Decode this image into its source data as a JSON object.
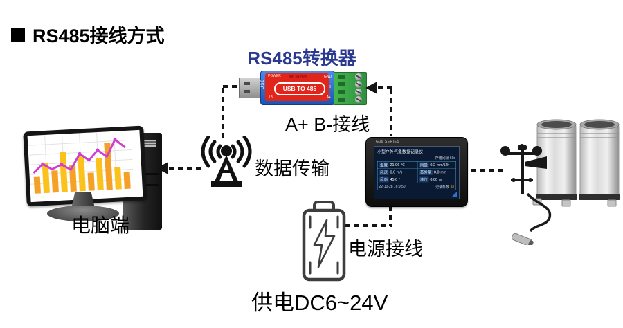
{
  "page": {
    "title": "RS485接线方式"
  },
  "converter": {
    "label": "RS485转换器",
    "model": "HD6205",
    "usb_text": "USB TO 485",
    "power_led": "POWER",
    "tx_led": "TX",
    "usb_side": "USB",
    "pin_labels": [
      "GND",
      "B",
      "A+"
    ]
  },
  "connections": {
    "ab_label": "A+ B-接线",
    "data_label": "数据传输",
    "power_label": "电源接线",
    "supply_label": "供电DC6~24V"
  },
  "computer": {
    "label": "电脑端"
  },
  "display": {
    "series": "G06 SERIES",
    "title": "小型户外气象数据记录仪",
    "interval": "存储间隔 60s",
    "rows": [
      {
        "l_name": "温度",
        "l_value": "21.96",
        "l_unit": "℃",
        "r_name": "雨量",
        "r_value": "0.2",
        "r_unit": "mm/12h"
      },
      {
        "l_name": "风速",
        "l_value": "0.0",
        "l_unit": "m/s",
        "r_name": "蒸发量",
        "r_value": "0.0",
        "r_unit": "mm"
      },
      {
        "l_name": "风向",
        "l_value": "45.0",
        "l_unit": "°",
        "r_name": "液位",
        "r_value": "0.00",
        "r_unit": "m"
      }
    ],
    "footer_time": "22-10-28 16:9:50",
    "footer_records": "记录条数",
    "footer_count": "41"
  },
  "colors": {
    "accent_blue": "#2b3990",
    "converter_blue": "#1b55b4",
    "converter_red": "#e1251b",
    "terminal_green": "#3fae49",
    "screen_bg": "#0b1a33",
    "screen_border": "#4d9fc7",
    "record_orange": "#e8932c"
  }
}
